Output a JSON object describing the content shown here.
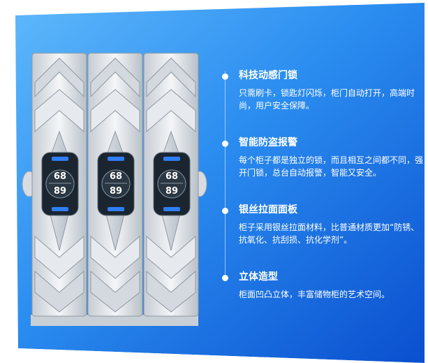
{
  "colors": {
    "panel_blue_light": "#3aa1f5",
    "panel_blue_dark": "#0a57d6",
    "text": "#ffffff",
    "metal_light": "#eef1f4",
    "metal_dark": "#aeb6bf",
    "lock_dark": "#1b2530",
    "lock_accent": "#2f7ef5"
  },
  "cabinet": {
    "lock_top_number": "68",
    "lock_bottom_number": "89"
  },
  "features": [
    {
      "title": "科技动感门锁",
      "desc": "只需刷卡，锁匙灯闪烁，柜门自动打开，高端时尚，用户安全保障。"
    },
    {
      "title": "智能防盗报警",
      "desc": "每个柜子都是独立的锁，而且相互之间都不同，强开门锁，总台自动报警，智能又安全。"
    },
    {
      "title": "银丝拉面面板",
      "desc": "柜子采用银丝拉面材料，比普通材质更加“防锈、抗氧化、抗刮损、抗化学剂”。"
    },
    {
      "title": "立体造型",
      "desc": "柜面凹凸立体，丰富储物柜的艺术空间。"
    }
  ]
}
